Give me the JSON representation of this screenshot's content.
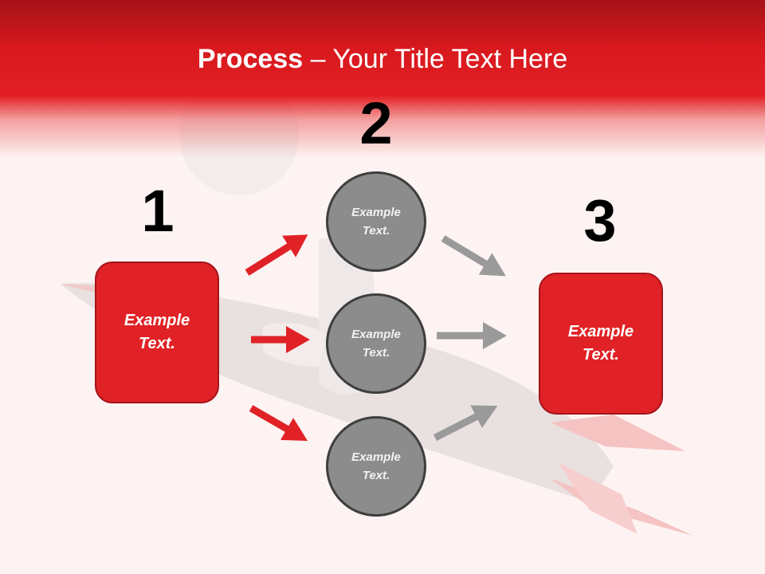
{
  "title": {
    "bold": "Process",
    "rest": " – Your Title Text Here"
  },
  "steps": {
    "one": "1",
    "two": "2",
    "three": "3"
  },
  "left_box": {
    "line1": "Example",
    "line2": "Text."
  },
  "right_box": {
    "line1": "Example",
    "line2": "Text."
  },
  "circles": [
    {
      "line1": "Example",
      "line2": "Text."
    },
    {
      "line1": "Example",
      "line2": "Text."
    },
    {
      "line1": "Example",
      "line2": "Text."
    }
  ],
  "colors": {
    "red": "#e02226",
    "gray": "#8c8c8c",
    "arrow_gray": "#9a9a9a"
  }
}
